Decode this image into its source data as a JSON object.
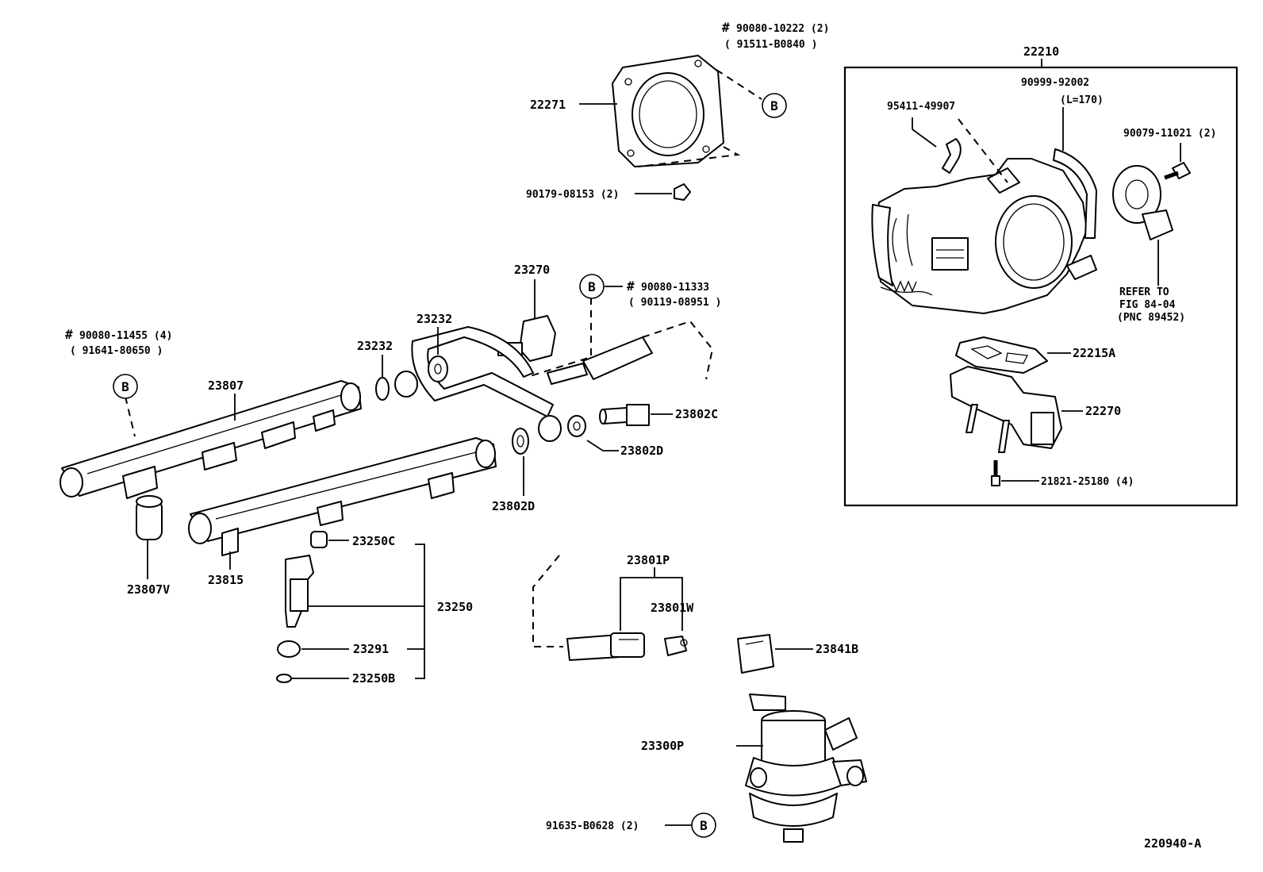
{
  "labels": {
    "p90080_10222": "90080-10222 (2)",
    "p91511_b0840": "( 91511-B0840 )",
    "p22271": "22271",
    "p90179_08153": "90179-08153 (2)",
    "p22210": "22210",
    "p90999_92002": "90999-92002",
    "l170": "(L=170)",
    "p95411_49907": "95411-49907",
    "p90079_11021": "90079-11021 (2)",
    "refer_to": "REFER TO",
    "fig_84_04": "FIG 84-04",
    "pnc_89452": "(PNC 89452)",
    "p22215a": "22215A",
    "p22270": "22270",
    "p21821_25180": "21821-25180 (4)",
    "p23270": "23270",
    "p90080_11333": "90080-11333",
    "p90119_08951": "( 90119-08951 )",
    "p23232a": "23232",
    "p23232b": "23232",
    "p90080_11455": "90080-11455 (4)",
    "p91641_80650": "( 91641-80650 )",
    "p23807": "23807",
    "p23802c": "23802C",
    "p23802d_a": "23802D",
    "p23802d_b": "23802D",
    "p23807v": "23807V",
    "p23815": "23815",
    "p23250c": "23250C",
    "p23250": "23250",
    "p23291": "23291",
    "p23250b": "23250B",
    "p23801p": "23801P",
    "p23801w": "23801W",
    "p23841b": "23841B",
    "p23300p": "23300P",
    "p91635_b0628": "91635-B0628 (2)",
    "diagram_id": "220940-A"
  },
  "callouts": {
    "b_symbol": "B",
    "hash_symbol": "#"
  }
}
